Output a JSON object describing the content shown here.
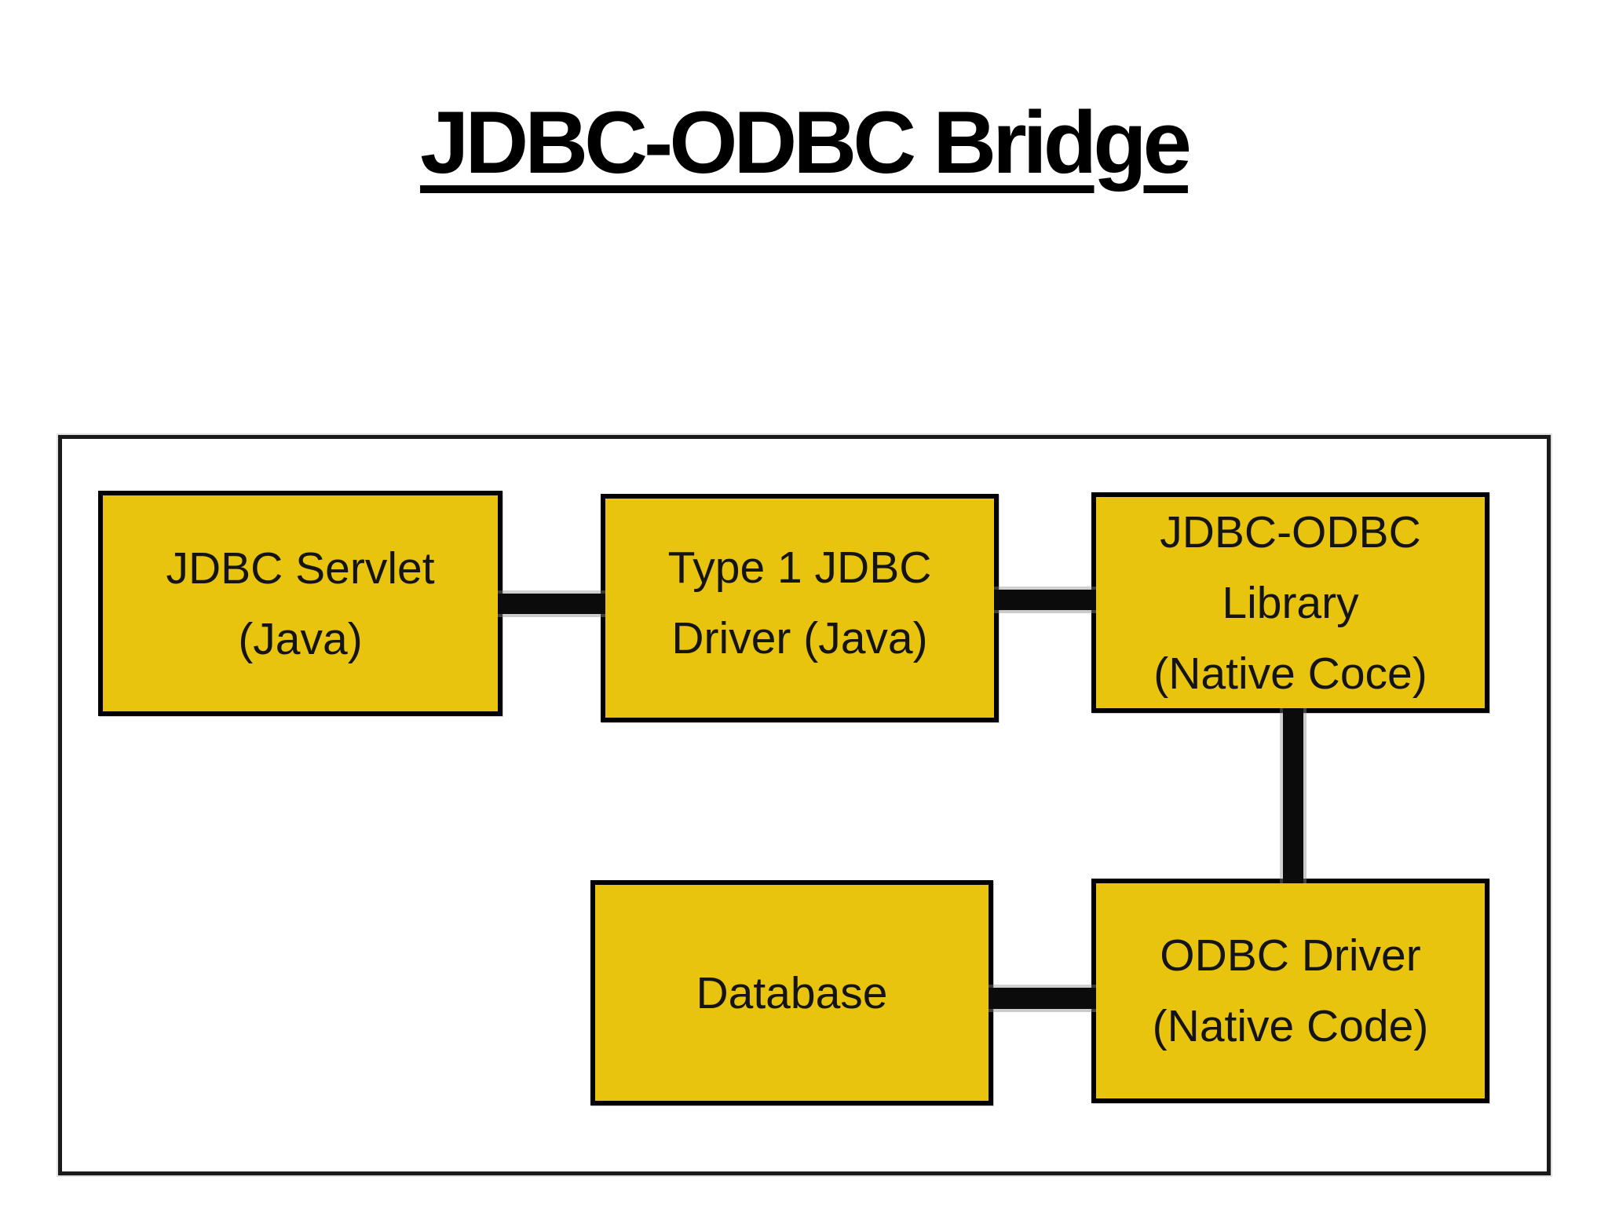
{
  "page": {
    "background": "#FFFFFF"
  },
  "title": {
    "text": "JDBC-ODBC Bridge"
  },
  "diagram": {
    "nodes": [
      {
        "id": "jdbc-servlet",
        "lines": [
          "JDBC Servlet",
          "(Java)"
        ]
      },
      {
        "id": "type1-jdbc-driver",
        "lines": [
          "Type 1 JDBC",
          "Driver (Java)"
        ]
      },
      {
        "id": "jdbc-odbc-library",
        "lines": [
          "JDBC-ODBC",
          "Library",
          "(Native Coce)"
        ]
      },
      {
        "id": "database",
        "lines": [
          "Database"
        ]
      },
      {
        "id": "odbc-driver",
        "lines": [
          "ODBC Driver",
          "(Native Code)"
        ]
      }
    ],
    "connections": [
      {
        "from": "jdbc-servlet",
        "to": "type1-jdbc-driver",
        "orientation": "horizontal"
      },
      {
        "from": "type1-jdbc-driver",
        "to": "jdbc-odbc-library",
        "orientation": "horizontal"
      },
      {
        "from": "jdbc-odbc-library",
        "to": "odbc-driver",
        "orientation": "vertical"
      },
      {
        "from": "database",
        "to": "odbc-driver",
        "orientation": "horizontal"
      }
    ],
    "colors": {
      "node_fill": "#E8C40E",
      "node_border": "#000000",
      "node_text": "#141414",
      "connector": "#0B0B0B",
      "frame_border": "#1A1A1A",
      "title_text": "#000000"
    }
  }
}
